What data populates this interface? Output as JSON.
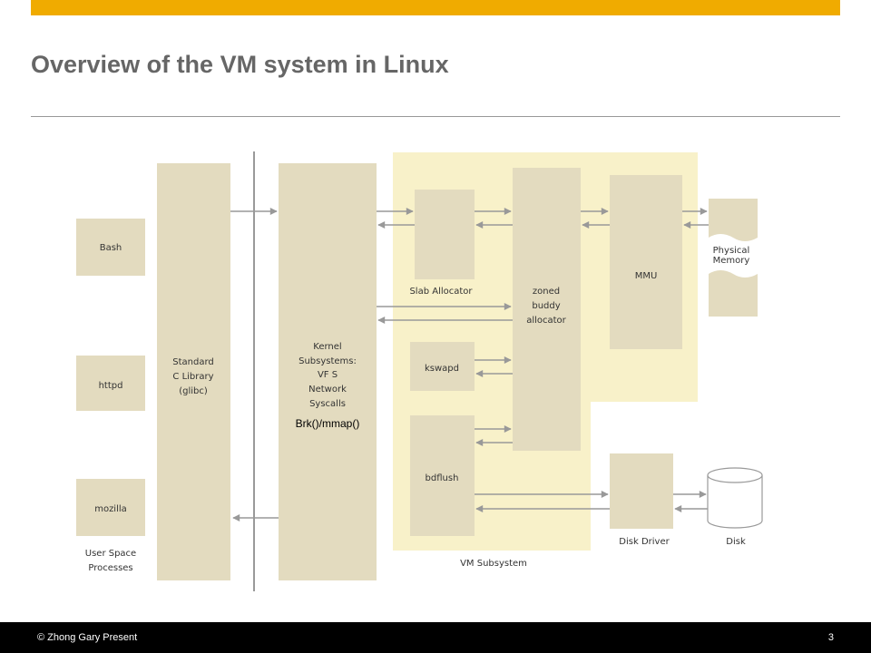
{
  "slide": {
    "title": "Overview of the VM system in Linux",
    "accent_color": "#f0ab00"
  },
  "diagram": {
    "boxes": {
      "bash": "Bash",
      "httpd": "httpd",
      "mozilla": "mozilla",
      "stdlib": [
        "Standard",
        "C Library",
        "(glibc)"
      ],
      "kernel": [
        "Kernel",
        "Subsystems:",
        "VF S",
        "Network",
        "Syscalls"
      ],
      "slab": "Slab Allocator",
      "kswapd": "kswapd",
      "bdflush": "bdflush",
      "buddy": [
        "zoned",
        "buddy",
        "allocator"
      ],
      "mmu": "MMU",
      "physical_memory": [
        "Physical",
        "Memory"
      ],
      "disk_driver": "Disk Driver",
      "disk": "Disk"
    },
    "labels": {
      "user_space": [
        "User Space",
        "Processes"
      ],
      "vm_subsystem": "VM Subsystem",
      "annotation": "Brk()/mmap()"
    },
    "colors": {
      "box": "#e3dbbf",
      "vm_region": "#f8f1c9",
      "arrow": "#999999"
    }
  },
  "footer": {
    "copyright": "© Zhong Gary Present",
    "page_number": "3"
  }
}
